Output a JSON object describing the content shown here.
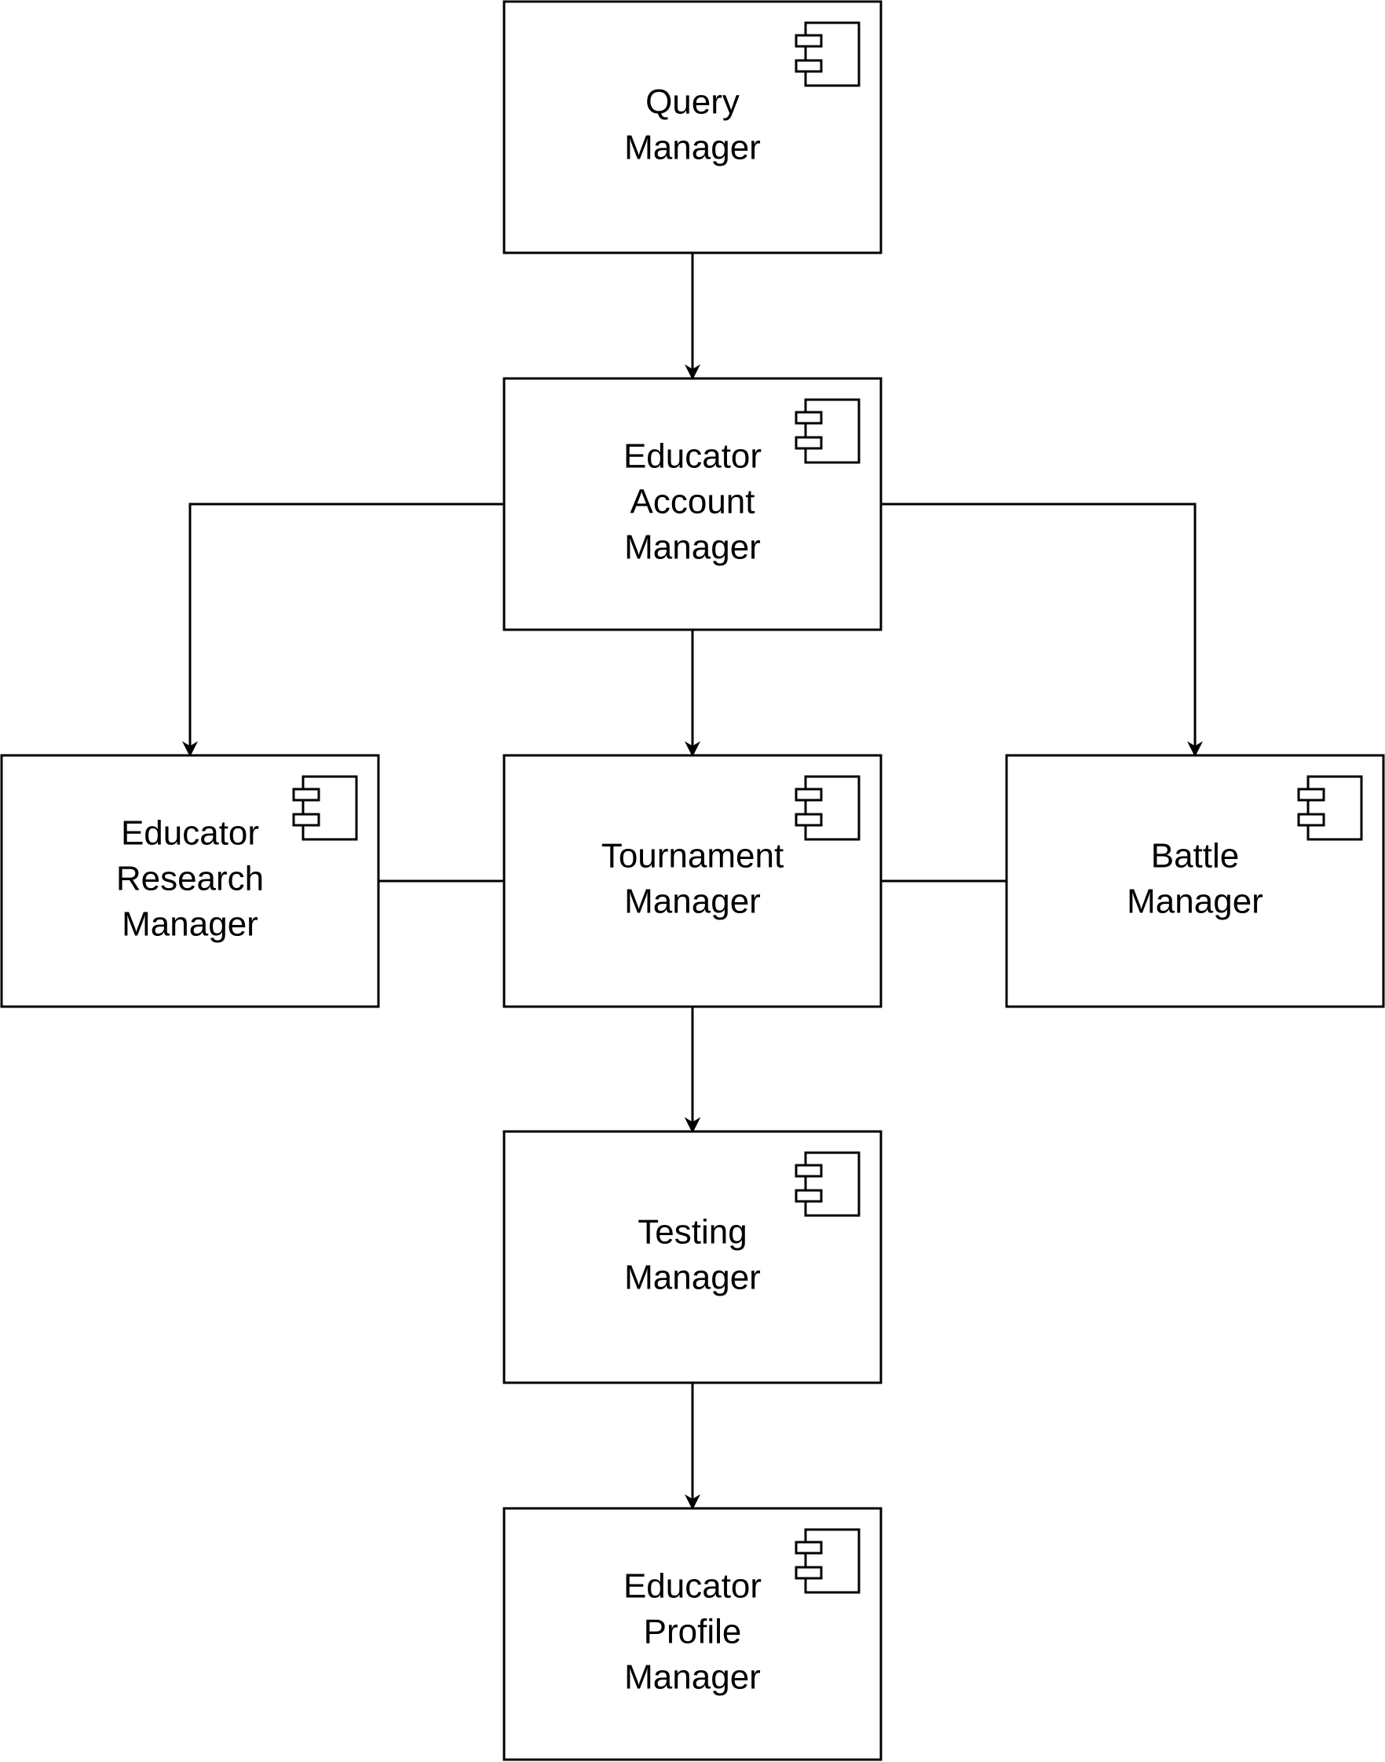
{
  "diagram": {
    "type": "uml-component-diagram",
    "colors": {
      "stroke": "#000000",
      "fill": "#ffffff",
      "text": "#000000"
    },
    "nodes": [
      {
        "id": "query",
        "lines": [
          "Query",
          "Manager"
        ],
        "icon": "component-icon"
      },
      {
        "id": "account",
        "lines": [
          "Educator",
          "Account",
          "Manager"
        ],
        "icon": "component-icon"
      },
      {
        "id": "research",
        "lines": [
          "Educator",
          "Research",
          "Manager"
        ],
        "icon": "component-icon"
      },
      {
        "id": "tournament",
        "lines": [
          "Tournament",
          "Manager"
        ],
        "icon": "component-icon"
      },
      {
        "id": "battle",
        "lines": [
          "Battle",
          "Manager"
        ],
        "icon": "component-icon"
      },
      {
        "id": "testing",
        "lines": [
          "Testing",
          "Manager"
        ],
        "icon": "component-icon"
      },
      {
        "id": "profile",
        "lines": [
          "Educator",
          "Profile",
          "Manager"
        ],
        "icon": "component-icon"
      }
    ],
    "edges": [
      {
        "from": "query",
        "to": "account"
      },
      {
        "from": "account",
        "to": "research"
      },
      {
        "from": "account",
        "to": "tournament"
      },
      {
        "from": "account",
        "to": "battle"
      },
      {
        "from": "research",
        "to": "testing"
      },
      {
        "from": "tournament",
        "to": "testing"
      },
      {
        "from": "battle",
        "to": "testing"
      },
      {
        "from": "testing",
        "to": "profile"
      }
    ]
  }
}
